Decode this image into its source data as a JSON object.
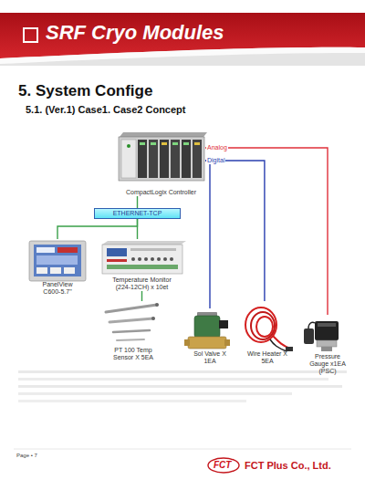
{
  "diagram": {
    "title": "SRF Cryo Modules",
    "nodes": [
      {
        "text": [
          "CompactLogix Controller"
        ]
      },
      {
        "text": [
          "ETHERNET-TCP"
        ]
      },
      {
        "text": [
          "PanelView C600-5.7\""
        ]
      },
      {
        "text": [
          "Temperature Monitor (224-12CH) x 10et"
        ]
      },
      {
        "text": [
          "PT 100 Temp Sensor X 5EA"
        ]
      },
      {
        "text": [
          "Sol Valve X 1EA"
        ]
      },
      {
        "text": [
          "Wire Heater X 5EA"
        ]
      },
      {
        "text": [
          "Pressure Gauge x1EA (PSC)"
        ]
      }
    ],
    "edges": [
      {
        "from": 0,
        "to": 1,
        "arrow": "none"
      },
      {
        "from": 1,
        "to": 2,
        "arrow": "none"
      },
      {
        "from": 1,
        "to": 3,
        "arrow": "none"
      },
      {
        "from": 3,
        "to": 4,
        "arrow": "none"
      },
      {
        "from": 0,
        "to": 5,
        "arrow": "none"
      },
      {
        "from": 0,
        "to": 6,
        "label": "Digital",
        "arrow": "none"
      },
      {
        "from": 0,
        "to": 7,
        "label": "Analog",
        "arrow": "none"
      }
    ],
    "labels": [
      "5. System Confige",
      "5.1. (Ver.1) Case1. Case2 Concept",
      "Page • 7",
      "FCT",
      "FCT Plus Co., Ltd."
    ]
  }
}
